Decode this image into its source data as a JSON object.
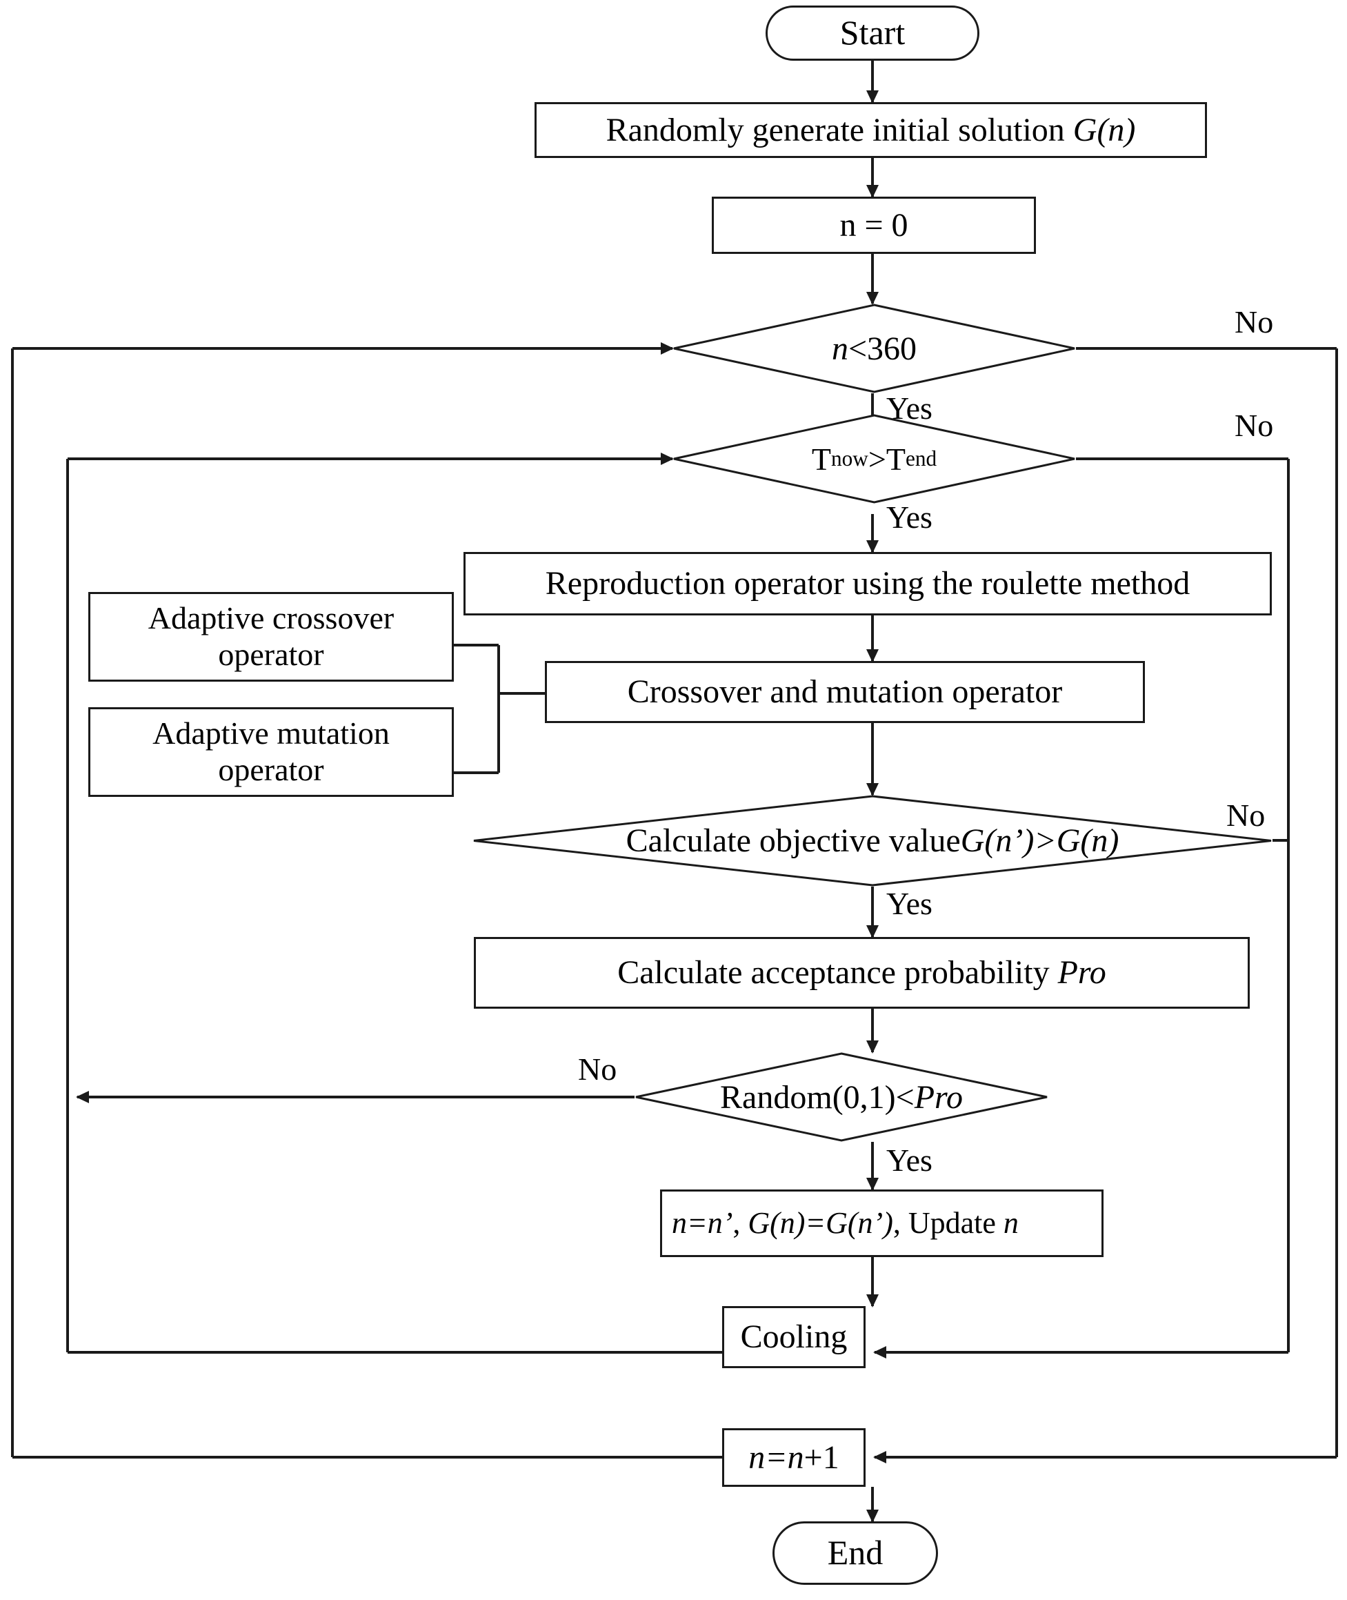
{
  "diagram": {
    "title": "Hybrid genetic simulated annealing algorithm flowchart",
    "type": "flowchart",
    "stroke_color": "#1a1a1a",
    "fill_color": "#ffffff"
  },
  "nodes": {
    "start": {
      "label": "Start",
      "shape": "terminator"
    },
    "init": {
      "label_plain": "Randomly generate initial solution G(n)",
      "pre": "Randomly generate initial solution ",
      "italic": "G(n)",
      "shape": "process"
    },
    "n_zero": {
      "label": "n = 0",
      "shape": "process"
    },
    "n_lt_360": {
      "label_plain": "n<360",
      "italic": "n",
      "rest": "<360",
      "shape": "decision"
    },
    "t_compare": {
      "label_plain": "Tnow>Tend",
      "t1": "T",
      "sub1": "now",
      "op": ">",
      "t2": "T",
      "sub2": "end",
      "shape": "decision"
    },
    "reproduction": {
      "label": "Reproduction operator using the roulette method",
      "shape": "process"
    },
    "adaptive_crossover": {
      "line1": "Adaptive crossover",
      "line2": "operator",
      "shape": "process"
    },
    "adaptive_mutation": {
      "line1": "Adaptive mutation",
      "line2": "operator",
      "shape": "process"
    },
    "crossover_mutation": {
      "label": "Crossover and mutation operator",
      "shape": "process"
    },
    "objective": {
      "label_plain": "Calculate objective value G(n')>G(n)",
      "pre": "Calculate objective value ",
      "italic": "G(n’)>G(n)",
      "shape": "decision"
    },
    "acceptance": {
      "label_plain": "Calculate acceptance probability Pro",
      "pre": "Calculate acceptance probability ",
      "italic": "Pro",
      "shape": "process"
    },
    "random_check": {
      "label_plain": "Random(0,1)<Pro",
      "pre": "Random(0,1)<",
      "italic": "Pro",
      "shape": "decision"
    },
    "update": {
      "label_plain": "n=n’, G(n)=G(n’), Update n",
      "seg1": "n=n’",
      "seg2": ", ",
      "seg3": "G(n)=G(n’)",
      "seg4": ", Update ",
      "seg5": "n",
      "shape": "process"
    },
    "cooling": {
      "label": "Cooling",
      "shape": "process"
    },
    "increment": {
      "label_plain": "n=n+1",
      "italic": "n=n",
      "rest": "+1",
      "shape": "process"
    },
    "end": {
      "label": "End",
      "shape": "terminator"
    }
  },
  "edge_labels": {
    "no_n360": "No",
    "yes_n360": "Yes",
    "no_temp": "No",
    "yes_temp": "Yes",
    "no_objective": "No",
    "yes_objective": "Yes",
    "no_random": "No",
    "yes_random": "Yes"
  },
  "flow": {
    "edges": [
      {
        "from": "start",
        "to": "init",
        "label": ""
      },
      {
        "from": "init",
        "to": "n_zero",
        "label": ""
      },
      {
        "from": "n_zero",
        "to": "n_lt_360",
        "label": ""
      },
      {
        "from": "n_lt_360",
        "to": "t_compare",
        "label": "Yes"
      },
      {
        "from": "n_lt_360",
        "to": "end_branch",
        "label": "No"
      },
      {
        "from": "t_compare",
        "to": "reproduction",
        "label": "Yes"
      },
      {
        "from": "t_compare",
        "to": "increment",
        "label": "No"
      },
      {
        "from": "reproduction",
        "to": "crossover_mutation",
        "label": ""
      },
      {
        "from": "adaptive_crossover",
        "to": "crossover_mutation",
        "label": ""
      },
      {
        "from": "adaptive_mutation",
        "to": "crossover_mutation",
        "label": ""
      },
      {
        "from": "crossover_mutation",
        "to": "objective",
        "label": ""
      },
      {
        "from": "objective",
        "to": "acceptance",
        "label": "Yes"
      },
      {
        "from": "objective",
        "to": "cooling",
        "label": "No"
      },
      {
        "from": "acceptance",
        "to": "random_check",
        "label": ""
      },
      {
        "from": "random_check",
        "to": "update",
        "label": "Yes"
      },
      {
        "from": "random_check",
        "to": "cooling",
        "label": "No"
      },
      {
        "from": "update",
        "to": "cooling",
        "label": ""
      },
      {
        "from": "cooling",
        "to": "t_compare",
        "label": ""
      },
      {
        "from": "increment",
        "to": "n_lt_360",
        "label": ""
      },
      {
        "from": "increment",
        "to": "end",
        "label": ""
      }
    ]
  }
}
